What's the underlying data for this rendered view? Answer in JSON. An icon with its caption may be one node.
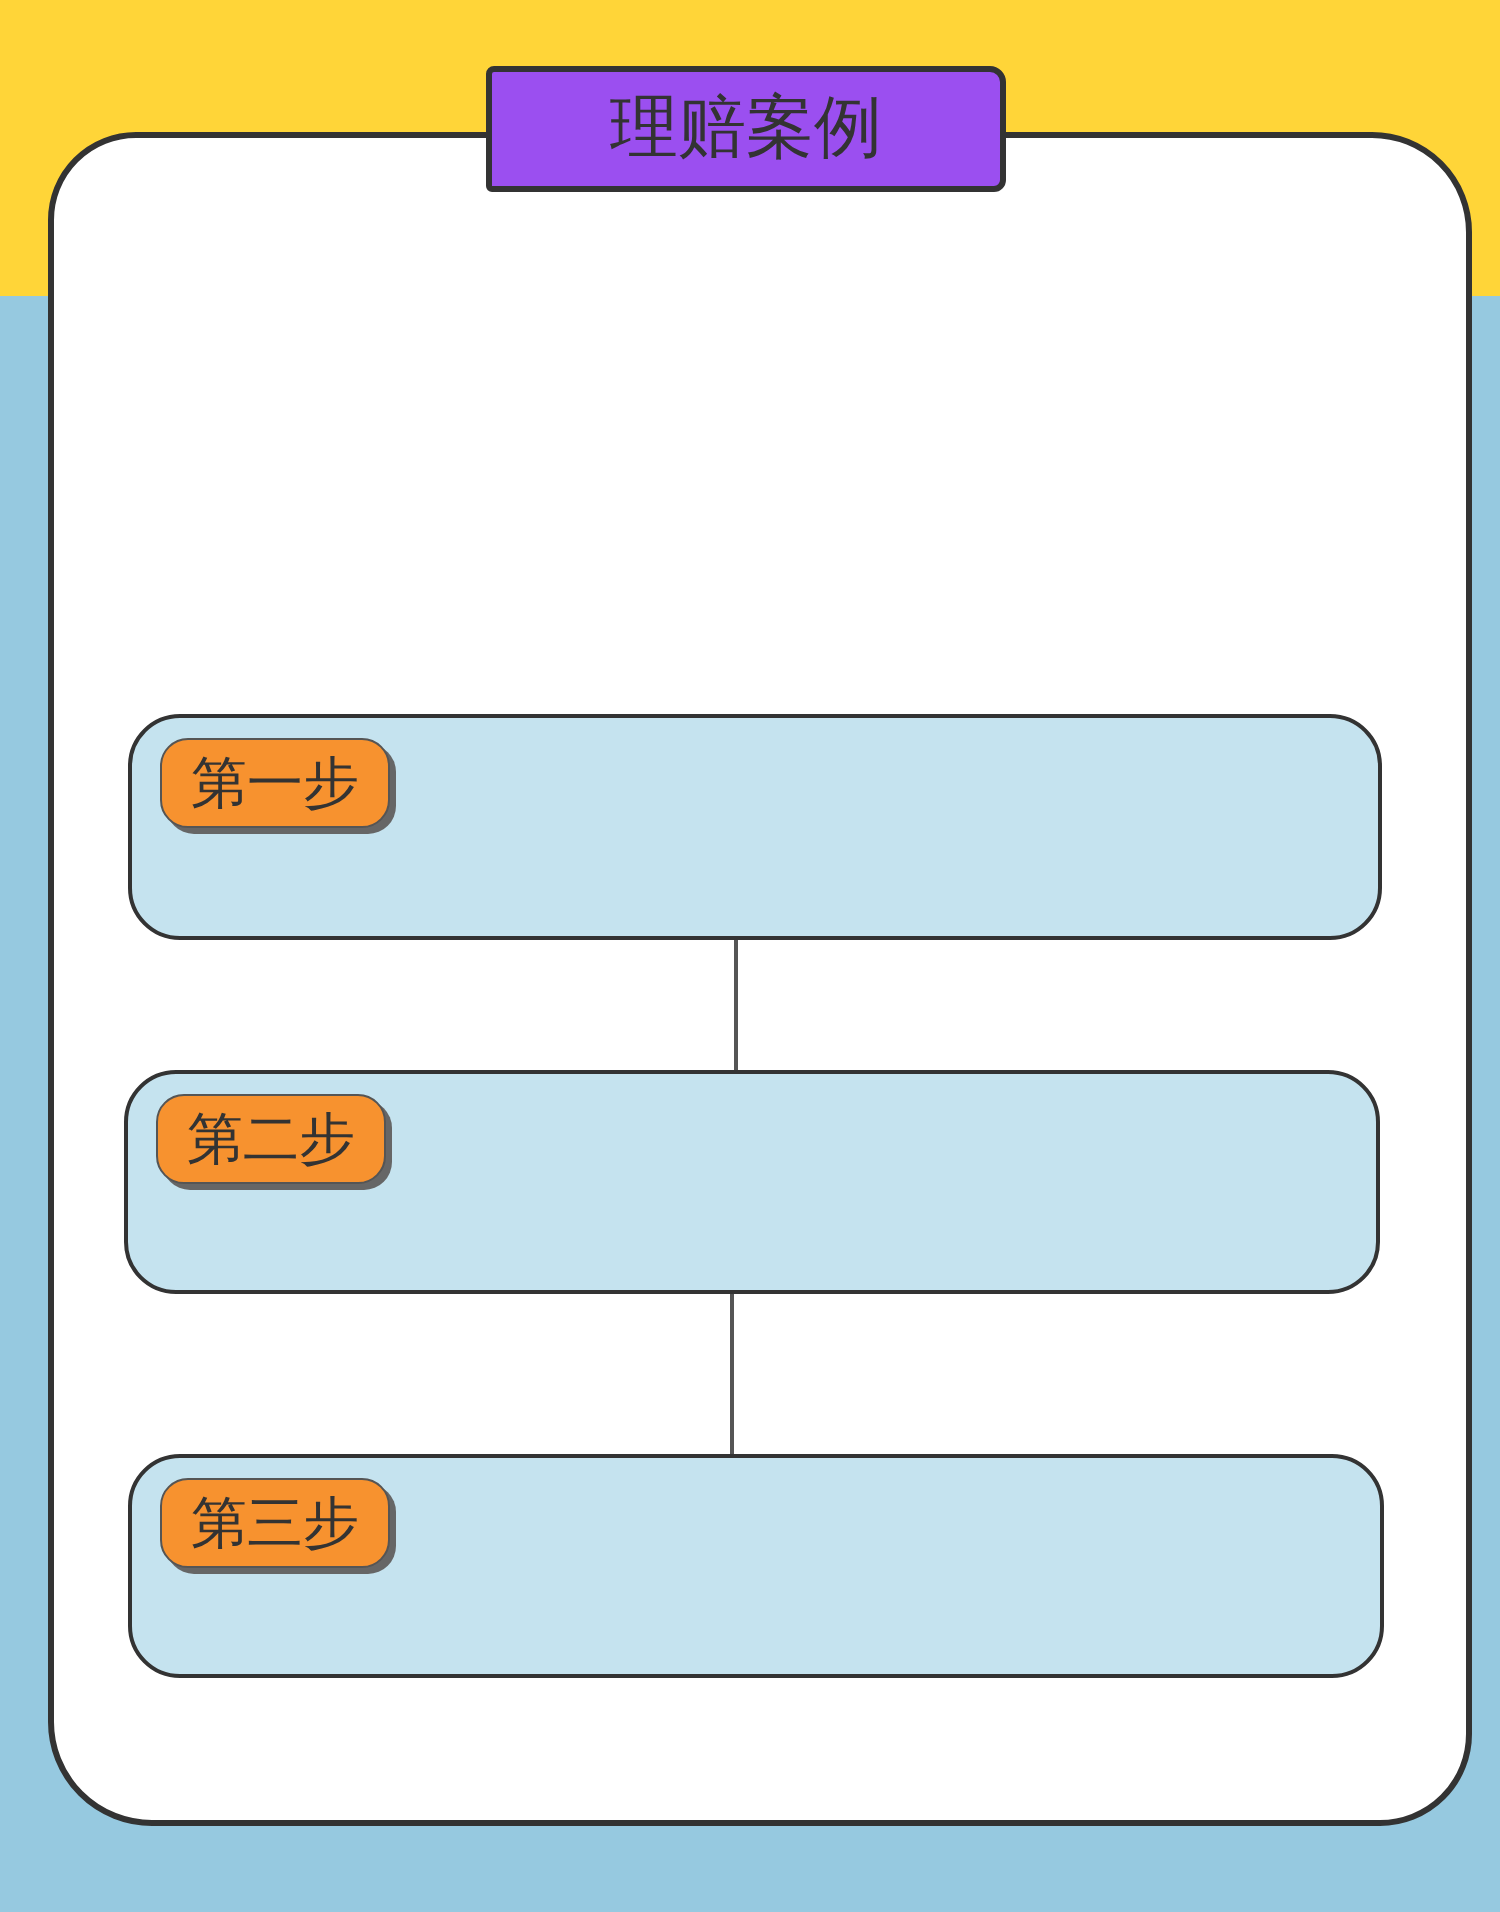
{
  "diagram": {
    "title": "理赔案例",
    "nodes": [
      {
        "text": [
          "第一步"
        ]
      },
      {
        "text": [
          "第二步"
        ]
      },
      {
        "text": [
          "第三步"
        ]
      }
    ],
    "edges": [
      {
        "from": 0,
        "to": 1,
        "arrow": "none"
      },
      {
        "from": 1,
        "to": 2,
        "arrow": "none"
      }
    ]
  }
}
